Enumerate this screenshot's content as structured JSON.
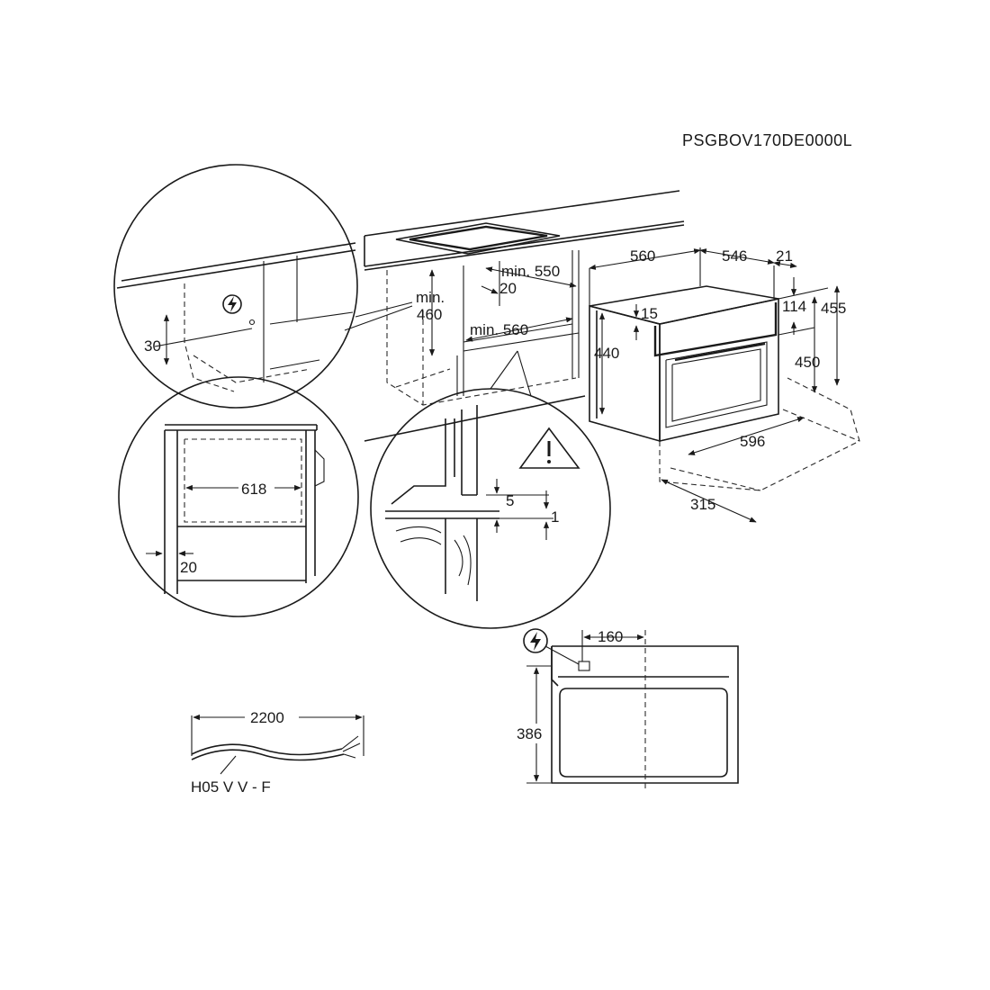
{
  "model_code": "PSGBOV170DE0000L",
  "dimensions": {
    "d560_top": "560",
    "d546": "546",
    "d21": "21",
    "d114": "114",
    "d455": "455",
    "d15": "15",
    "d440": "440",
    "d450": "450",
    "d596": "596",
    "d315": "315",
    "min550": "min. 550",
    "min20": "20",
    "min460_a": "min.",
    "min460_b": "460",
    "min560": "min. 560",
    "d30": "30",
    "d618": "618",
    "d20_detail": "20",
    "d5": "5",
    "d1": "1",
    "d2200": "2200",
    "d160": "160",
    "d386": "386"
  },
  "cable_type": "H05 V V - F",
  "icons": [
    "power-socket-icon",
    "warning-triangle-icon"
  ]
}
